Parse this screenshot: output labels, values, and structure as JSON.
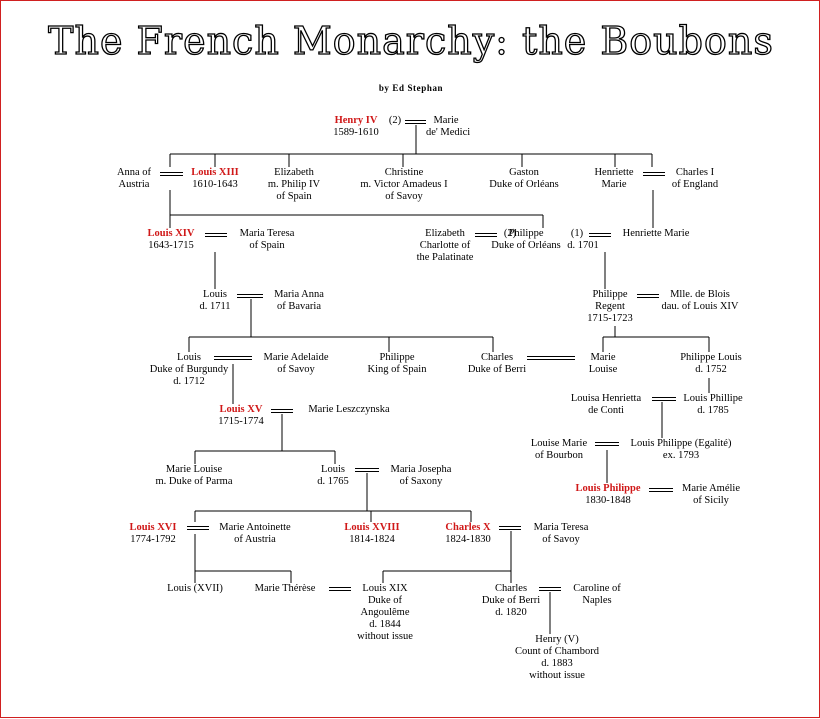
{
  "header": {
    "title": "The French Monarchy: the Boubons",
    "byline": "by Ed Stephan"
  },
  "people": {
    "henry_iv": {
      "name": "Henry IV",
      "lines": [
        "1589-1610"
      ]
    },
    "marie_medici": {
      "name": "Marie",
      "lines": [
        "de' Medici"
      ]
    },
    "anna_austria": {
      "name": "Anna of",
      "lines": [
        "Austria"
      ]
    },
    "louis_xiii": {
      "name": "Louis XIII",
      "lines": [
        "1610-1643"
      ]
    },
    "elizabeth_philip_iv": {
      "name": "Elizabeth",
      "lines": [
        "m. Philip IV",
        "of Spain"
      ]
    },
    "christine": {
      "name": "Christine",
      "lines": [
        "m. Victor Amadeus I",
        "of Savoy"
      ]
    },
    "gaston": {
      "name": "Gaston",
      "lines": [
        "Duke of Orléans"
      ]
    },
    "henriette_marie_top": {
      "name": "Henriette",
      "lines": [
        "Marie"
      ]
    },
    "charles_i": {
      "name": "Charles I",
      "lines": [
        "of England"
      ]
    },
    "louis_xiv": {
      "name": "Louis XIV",
      "lines": [
        "1643-1715"
      ]
    },
    "maria_teresa_spain": {
      "name": "Maria Teresa",
      "lines": [
        "of Spain"
      ]
    },
    "elizabeth_charlotte": {
      "name": "Elizabeth",
      "lines": [
        "Charlotte of",
        "the Palatinate"
      ]
    },
    "philippe_orleans": {
      "name": "Philippe",
      "lines": [
        "Duke of Orléans"
      ]
    },
    "henriette_marie": {
      "name": "Henriette Marie",
      "lines": []
    },
    "grand_dauphin": {
      "name": "Louis",
      "lines": [
        "d. 1711"
      ]
    },
    "maria_anna_bavaria": {
      "name": "Maria Anna",
      "lines": [
        "of Bavaria"
      ]
    },
    "philippe_regent": {
      "name": "Philippe",
      "lines": [
        "Regent",
        "1715-1723"
      ]
    },
    "mlle_blois": {
      "name": "Mlle. de Blois",
      "lines": [
        "dau. of Louis XIV"
      ]
    },
    "louis_burgundy": {
      "name": "Louis",
      "lines": [
        "Duke of Burgundy",
        "d. 1712"
      ]
    },
    "marie_adelaide": {
      "name": "Marie Adelaide",
      "lines": [
        "of Savoy"
      ]
    },
    "philippe_spain": {
      "name": "Philippe",
      "lines": [
        "King of Spain"
      ]
    },
    "charles_berri": {
      "name": "Charles",
      "lines": [
        "Duke of Berri"
      ]
    },
    "marie_louise_regent": {
      "name": "Marie",
      "lines": [
        "Louise"
      ]
    },
    "philippe_louis": {
      "name": "Philippe Louis",
      "lines": [
        "d. 1752"
      ]
    },
    "louis_xv": {
      "name": "Louis XV",
      "lines": [
        "1715-1774"
      ]
    },
    "marie_leszczynska": {
      "name": "Marie Leszczynska",
      "lines": []
    },
    "louisa_henrietta": {
      "name": "Louisa Henrietta",
      "lines": [
        "de Conti"
      ]
    },
    "louis_phillipe_1785": {
      "name": "Louis Phillipe",
      "lines": [
        "d. 1785"
      ]
    },
    "louise_marie_bourbon": {
      "name": "Louise Marie",
      "lines": [
        "of Bourbon"
      ]
    },
    "louis_philippe_egalite": {
      "name": "Louis Philippe (Egalité)",
      "lines": [
        "ex. 1793"
      ]
    },
    "marie_louise_parma": {
      "name": "Marie Louise",
      "lines": [
        "m. Duke of Parma"
      ]
    },
    "louis_dauphin_1765": {
      "name": "Louis",
      "lines": [
        "d. 1765"
      ]
    },
    "maria_josepha": {
      "name": "Maria Josepha",
      "lines": [
        "of Saxony"
      ]
    },
    "louis_philippe_king": {
      "name": "Louis Philippe",
      "lines": [
        "1830-1848"
      ]
    },
    "marie_amelie": {
      "name": "Marie Amélie",
      "lines": [
        "of Sicily"
      ]
    },
    "louis_xvi": {
      "name": "Louis XVI",
      "lines": [
        "1774-1792"
      ]
    },
    "marie_antoinette": {
      "name": "Marie Antoinette",
      "lines": [
        "of Austria"
      ]
    },
    "louis_xviii": {
      "name": "Louis XVIII",
      "lines": [
        "1814-1824"
      ]
    },
    "charles_x": {
      "name": "Charles X",
      "lines": [
        "1824-1830"
      ]
    },
    "maria_teresa_savoy": {
      "name": "Maria Teresa",
      "lines": [
        "of Savoy"
      ]
    },
    "louis_xvii": {
      "name": "Louis (XVII)",
      "lines": []
    },
    "marie_therese": {
      "name": "Marie Thérèse",
      "lines": []
    },
    "louis_xix": {
      "name": "Louis XIX",
      "lines": [
        "Duke of",
        "Angoulême",
        "d. 1844",
        "without issue"
      ]
    },
    "charles_berri_1820": {
      "name": "Charles",
      "lines": [
        "Duke of Berri",
        "d. 1820"
      ]
    },
    "caroline_naples": {
      "name": "Caroline of",
      "lines": [
        "Naples"
      ]
    },
    "henry_v": {
      "name": "Henry (V)",
      "lines": [
        "Count of Chambord",
        "d. 1883",
        "without issue"
      ]
    }
  },
  "marks": {
    "henry_iv_marriage": "(2)",
    "philippe_first_marriage": "(2)",
    "philippe_second_marriage": "(1)",
    "philippe_death": "d. 1701"
  },
  "colors": {
    "monarch": "#d01818",
    "border": "#d02020",
    "line": "#000000"
  }
}
